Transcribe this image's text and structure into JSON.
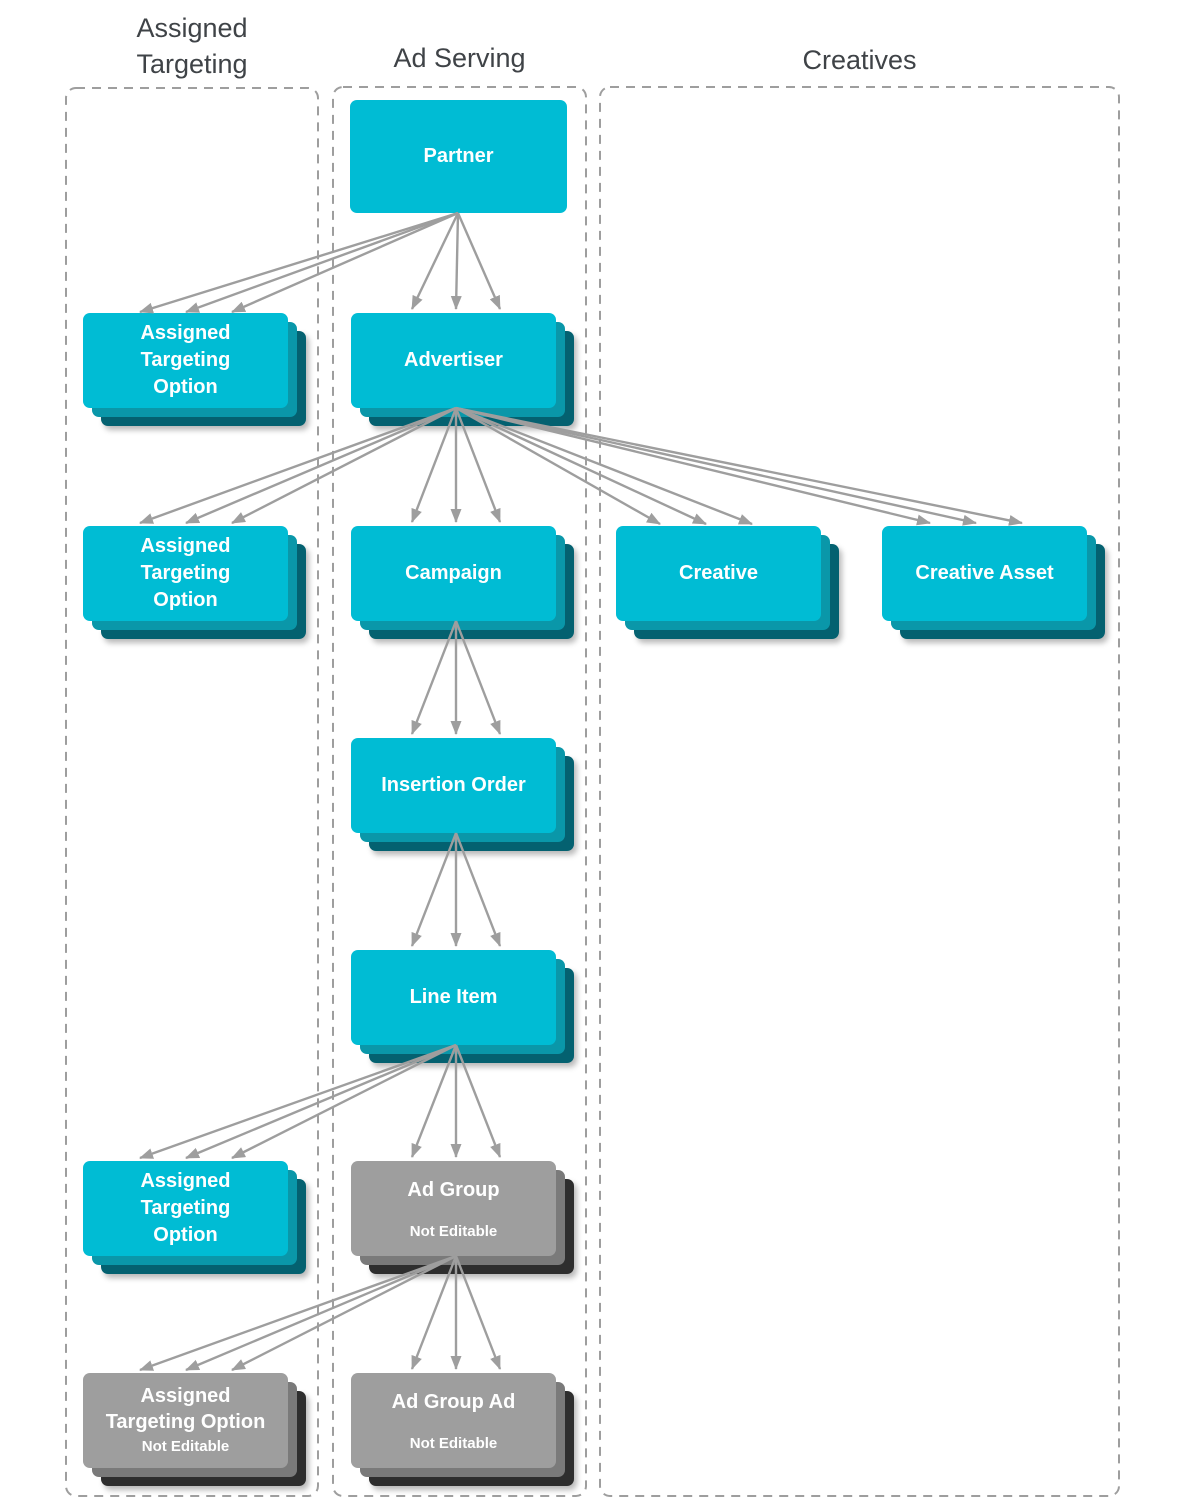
{
  "diagram": {
    "type": "hierarchy",
    "description_colors": {
      "editable_box": "#00bcd4",
      "editable_stack_mid": "#0a97a9",
      "editable_stack_dark": "#046170",
      "not_editable_box": "#9e9e9e",
      "not_editable_stack_mid": "#7a7a7a",
      "not_editable_stack_dark": "#2e2e2e",
      "arrow": "#9e9e9e",
      "dashed_border": "#9e9e9e",
      "header_text": "#3f4347",
      "box_text": "#ffffff"
    }
  },
  "headers": {
    "assigned_targeting": "Assigned Targeting",
    "ad_serving": "Ad Serving",
    "creatives": "Creatives"
  },
  "nodes": {
    "partner": {
      "label": "Partner"
    },
    "ato_advertiser": {
      "label": "Assigned Targeting Option"
    },
    "advertiser": {
      "label": "Advertiser"
    },
    "ato_campaign": {
      "label": "Assigned Targeting Option"
    },
    "campaign": {
      "label": "Campaign"
    },
    "creative": {
      "label": "Creative"
    },
    "creative_asset": {
      "label": "Creative Asset"
    },
    "insertion_order": {
      "label": "Insertion Order"
    },
    "line_item": {
      "label": "Line Item"
    },
    "ato_line_item": {
      "label": "Assigned Targeting Option"
    },
    "ad_group": {
      "label": "Ad Group",
      "status": "Not Editable"
    },
    "ato_ad_group": {
      "label": "Assigned Targeting Option",
      "status": "Not Editable"
    },
    "ad_group_ad": {
      "label": "Ad Group Ad",
      "status": "Not Editable"
    }
  },
  "edges": [
    {
      "from": "Partner",
      "to": "Assigned Targeting Option"
    },
    {
      "from": "Partner",
      "to": "Advertiser"
    },
    {
      "from": "Advertiser",
      "to": "Assigned Targeting Option"
    },
    {
      "from": "Advertiser",
      "to": "Campaign"
    },
    {
      "from": "Advertiser",
      "to": "Creative"
    },
    {
      "from": "Advertiser",
      "to": "Creative Asset"
    },
    {
      "from": "Campaign",
      "to": "Insertion Order"
    },
    {
      "from": "Insertion Order",
      "to": "Line Item"
    },
    {
      "from": "Line Item",
      "to": "Assigned Targeting Option"
    },
    {
      "from": "Line Item",
      "to": "Ad Group"
    },
    {
      "from": "Ad Group",
      "to": "Assigned Targeting Option"
    },
    {
      "from": "Ad Group",
      "to": "Ad Group Ad"
    }
  ]
}
